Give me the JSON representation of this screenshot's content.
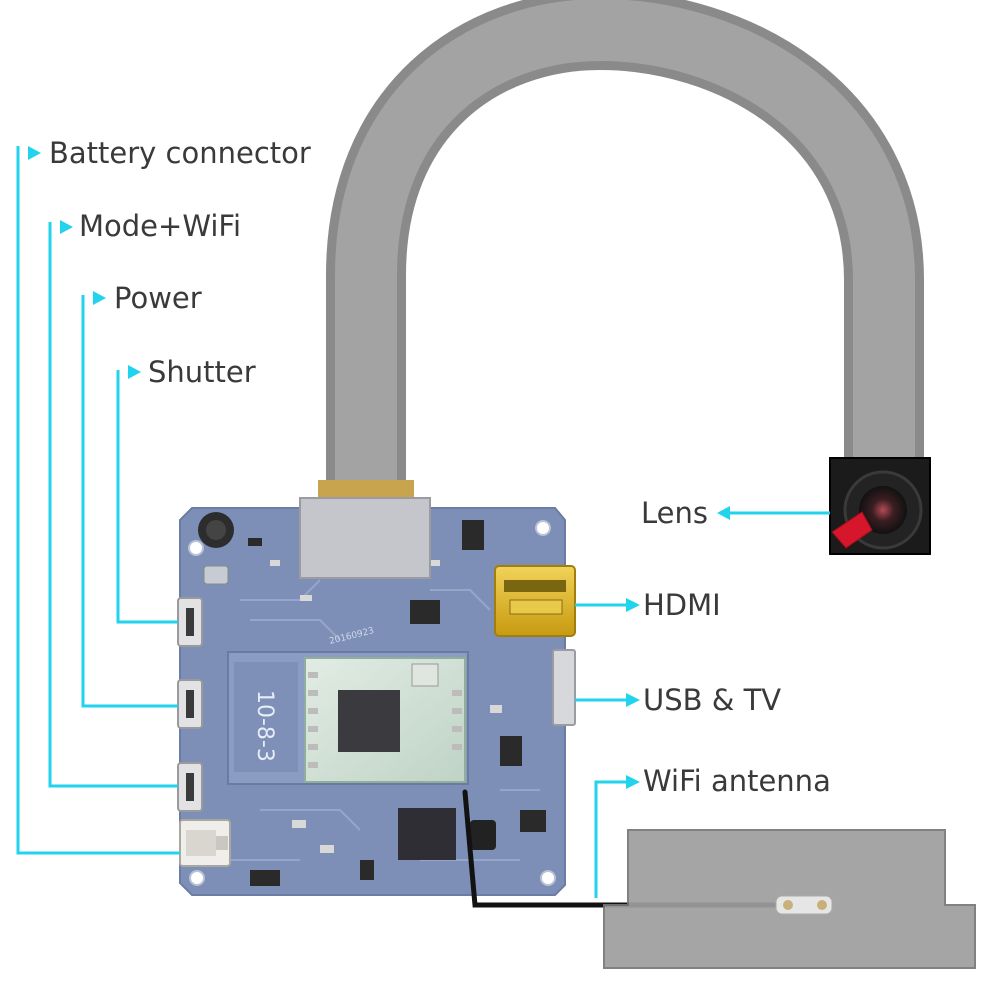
{
  "labels": {
    "battery_connector": "Battery connector",
    "mode_wifi": "Mode+WiFi",
    "power": "Power",
    "shutter": "Shutter",
    "lens": "Lens",
    "hdmi": "HDMI",
    "usb_tv": "USB & TV",
    "wifi_antenna": "WiFi antenna"
  },
  "board_marking": "20160923",
  "module_marking": "10-8-3",
  "colors": {
    "callout": "#22d3ee",
    "pcb": "#7d8fb6",
    "cable": "#9a9a9a",
    "label_text": "#3a3a3a",
    "hdmi_gold": "#d9b21f"
  }
}
